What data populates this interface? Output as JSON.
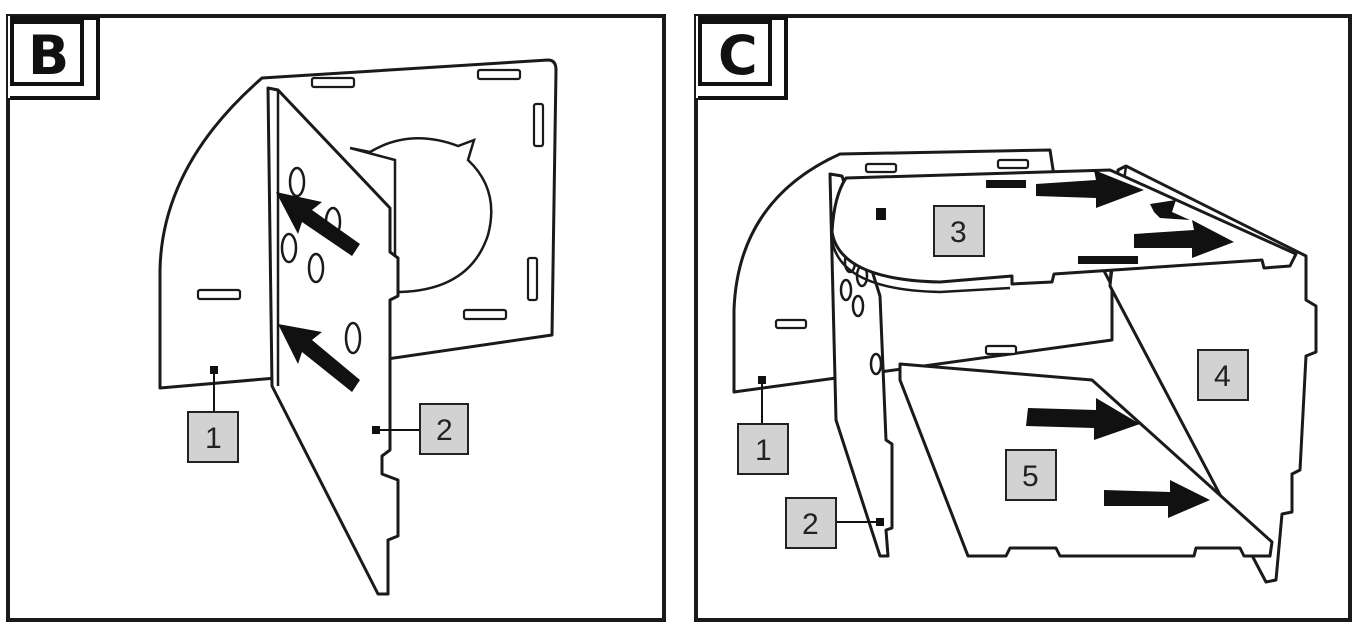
{
  "panels": {
    "b": {
      "step_letter": "B",
      "callouts": {
        "c1": "1",
        "c2": "2"
      }
    },
    "c": {
      "step_letter": "C",
      "callouts": {
        "c1": "1",
        "c2": "2",
        "c3": "3",
        "c4": "4",
        "c5": "5"
      }
    }
  }
}
